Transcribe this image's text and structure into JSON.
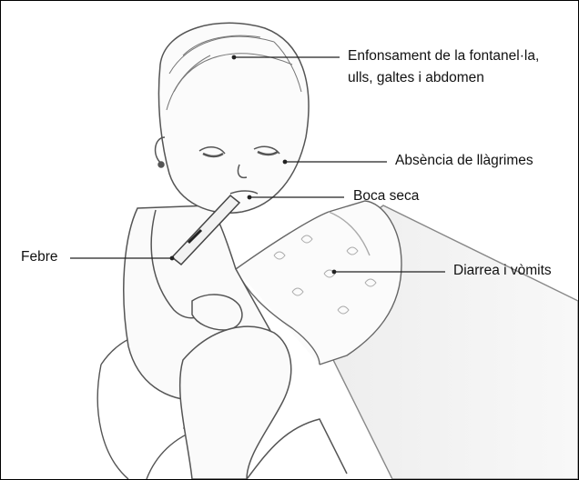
{
  "labels": {
    "fontanel_line1": "Enfonsament de la fontanel·la,",
    "fontanel_line2": "ulls, galtes i abdomen",
    "tears": "Absència de llàgrimes",
    "mouth": "Boca seca",
    "fever": "Febre",
    "diarrhea": "Diarrea i vòmits"
  },
  "colors": {
    "ink": "#111111",
    "sketch": "#555555",
    "background": "#ffffff"
  }
}
